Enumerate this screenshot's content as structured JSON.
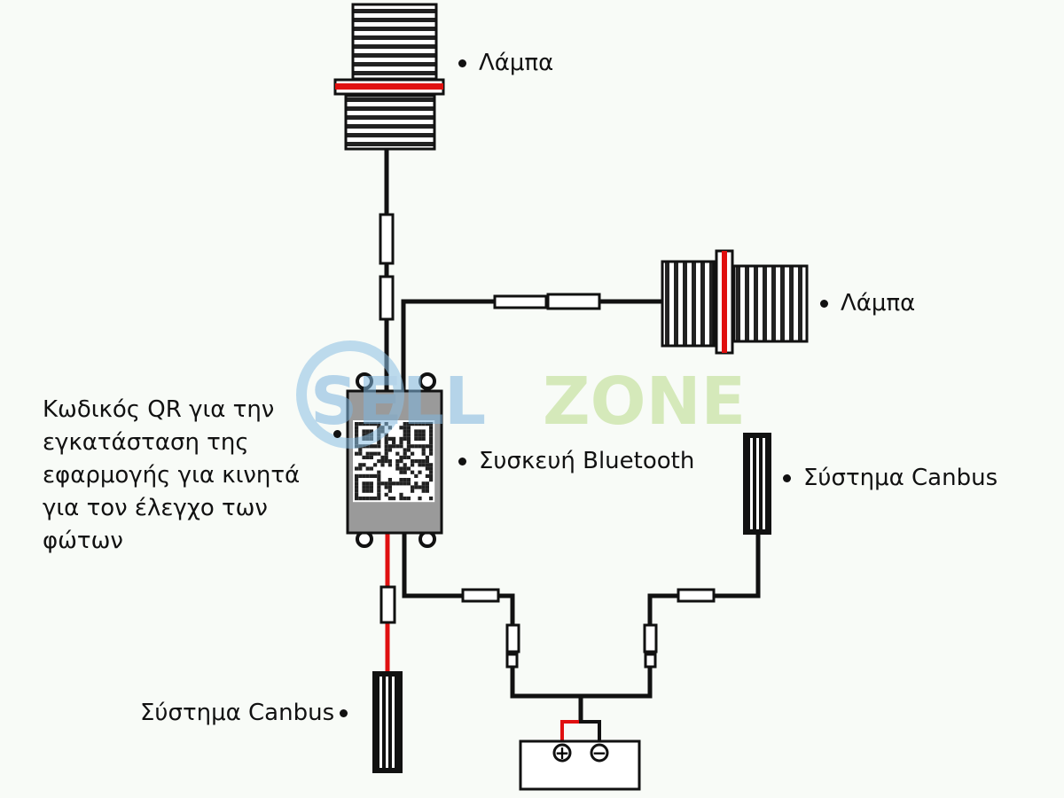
{
  "labels": {
    "top_lamp": "Λάμπα",
    "right_lamp": "Λάμπα",
    "bluetooth_device": "Συσκευή Bluetooth",
    "canbus_right": "Σύστημα Canbus",
    "canbus_bottom": "Σύστημα Canbus",
    "qr_code_lines": [
      "Κωδικός QR για την",
      "εγκατάσταση της",
      "εφαρμογής για κινητά",
      "για τον έλεγχο των",
      "φώτων"
    ]
  },
  "battery": {
    "plus": "+",
    "minus": "−"
  },
  "watermark": "SELLZONE",
  "colors": {
    "wire": "#111111",
    "red_wire": "#e01010",
    "device": "#9a9a9a",
    "watermark_blue": "#7fb6de",
    "watermark_green": "#b9dc8a"
  }
}
